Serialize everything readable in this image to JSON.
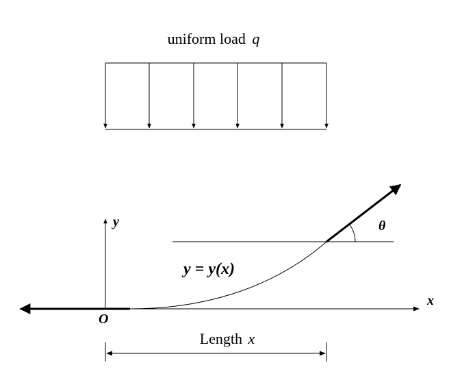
{
  "diagram": {
    "load_label": "uniform load",
    "load_symbol": "q",
    "curve_label": "y = y(x)",
    "y_axis_label": "y",
    "x_axis_label": "x",
    "origin_label": "O",
    "angle_label": "θ",
    "length_label": "Length",
    "length_symbol": "x",
    "colors": {
      "ink": "#000000",
      "background": "#ffffff"
    }
  }
}
